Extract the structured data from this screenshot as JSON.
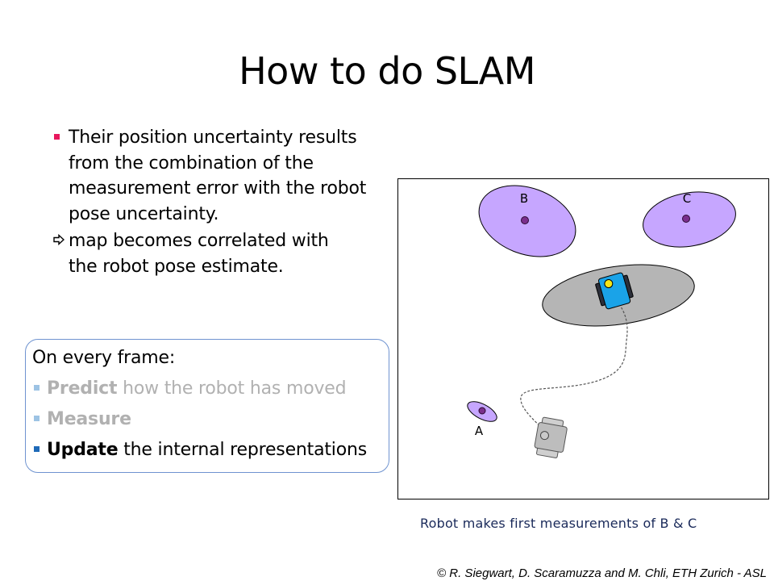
{
  "slide": {
    "title": "How to do SLAM",
    "bullets": {
      "main_lines": [
        "Their position uncertainty results",
        "from the combination of the",
        "measurement error with the robot",
        "pose uncertainty."
      ],
      "arrow_lines": [
        "map becomes correlated with",
        "the robot pose estimate."
      ]
    },
    "frame_box": {
      "heading": "On every frame:",
      "items": [
        {
          "bold": "Predict",
          "rest": " how the robot has moved"
        },
        {
          "bold": "Measure",
          "rest": ""
        },
        {
          "bold": "Update",
          "rest": " the internal representations"
        }
      ]
    },
    "diagram": {
      "landmark_labels": {
        "a": "A",
        "b": "B",
        "c": "C"
      }
    },
    "caption": "Robot makes first measurements of B & C",
    "footer": "© R. Siegwart, D. Scaramuzza and M. Chli, ETH Zurich - ASL"
  },
  "colors": {
    "bullet_square": "#e8175d",
    "frame_border": "#6f93d0",
    "faded_text": "#b1b1b1",
    "landmark_fill": "#c6a6ff",
    "pose_fill": "#b5b5b5",
    "robot_body": "#1aa3e8",
    "caption_text": "#1a2a5a"
  }
}
